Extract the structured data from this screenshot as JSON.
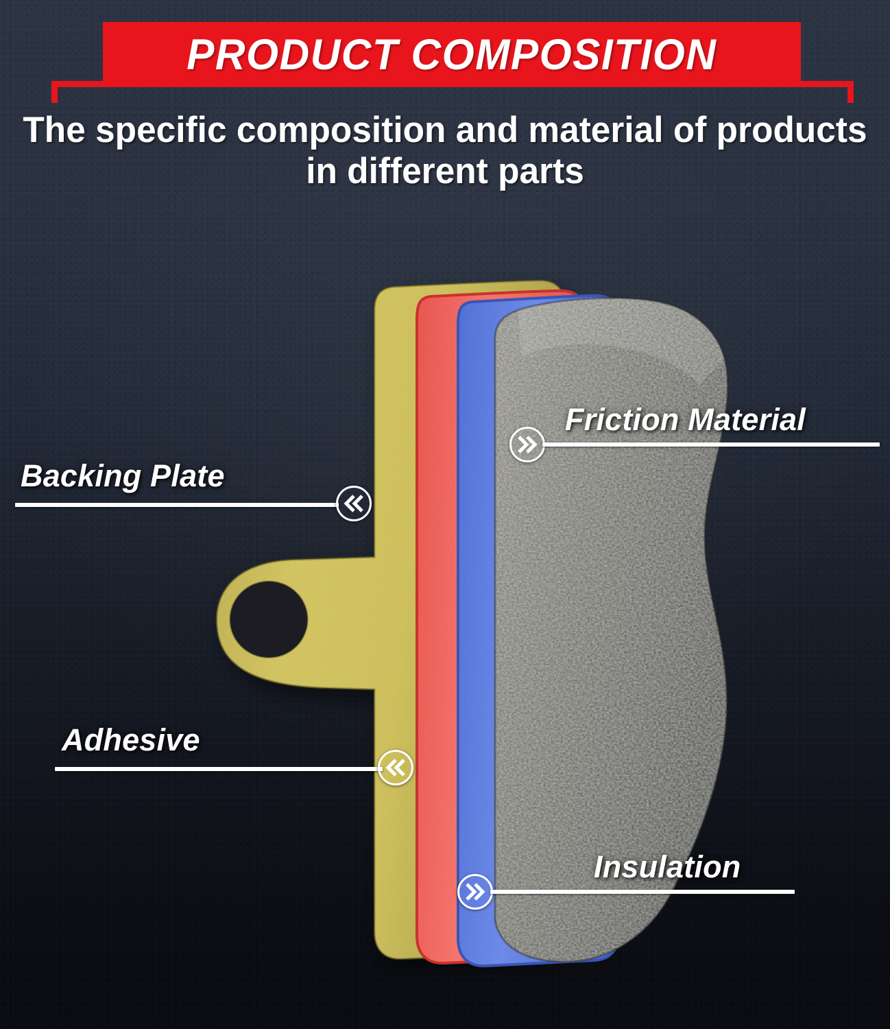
{
  "header": {
    "banner_title": "PRODUCT COMPOSITION",
    "subtitle": "The specific composition and material of products in different parts",
    "banner_color": "#e8151c",
    "text_color": "#ffffff"
  },
  "background": {
    "top_color": "#2d3545",
    "bottom_color": "#0a0c11"
  },
  "product": {
    "name": "brake-pad-exploded-layers",
    "layers": [
      {
        "id": "backing-plate",
        "label": "Backing Plate",
        "color": "#cfc157",
        "order": 1
      },
      {
        "id": "adhesive",
        "label": "Adhesive",
        "color": "#f2675f",
        "order": 2
      },
      {
        "id": "insulation",
        "label": "Insulation",
        "color": "#5f7fe0",
        "order": 3
      },
      {
        "id": "friction-material",
        "label": "Friction Material",
        "color": "#8c8b84",
        "order": 4
      }
    ]
  },
  "callouts": [
    {
      "id": "backing-plate",
      "label": "Backing Plate",
      "icon": "chevron-double-left-icon",
      "side": "left"
    },
    {
      "id": "friction-material",
      "label": "Friction Material",
      "icon": "chevron-double-right-icon",
      "side": "right"
    },
    {
      "id": "adhesive",
      "label": "Adhesive",
      "icon": "chevron-double-left-icon",
      "side": "left"
    },
    {
      "id": "insulation",
      "label": "Insulation",
      "icon": "chevron-double-right-icon",
      "side": "right"
    }
  ]
}
